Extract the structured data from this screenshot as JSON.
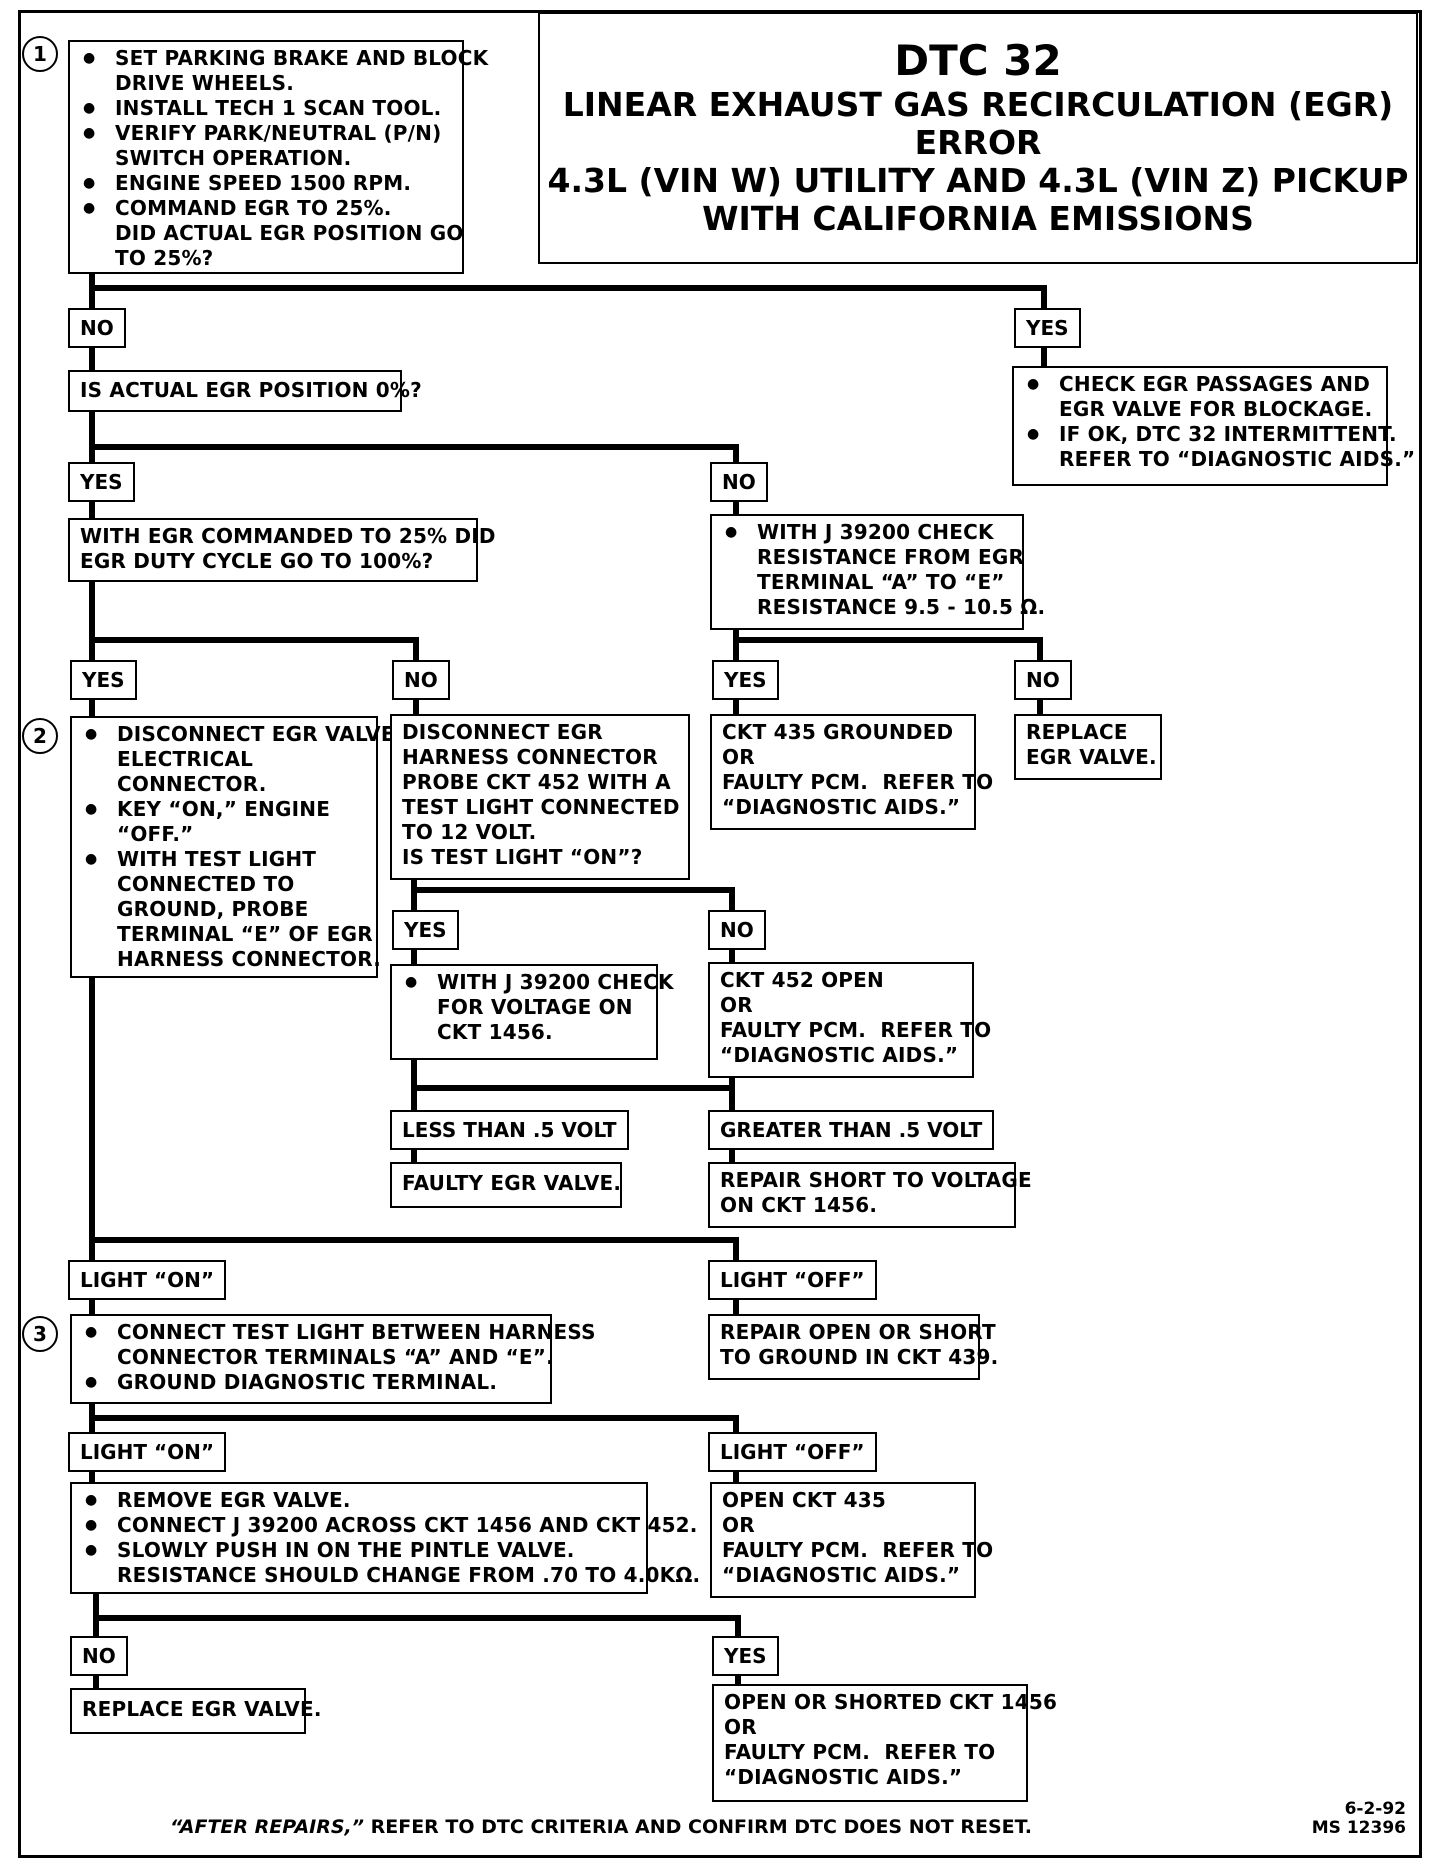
{
  "title": {
    "dtc": "DTC 32",
    "lines": [
      "LINEAR EXHAUST GAS RECIRCULATION (EGR)",
      "ERROR",
      "4.3L  (VIN W)  UTILITY  AND 4.3L  (VIN Z)  PICKUP",
      "WITH CALIFORNIA EMISSIONS"
    ]
  },
  "steps": [
    "1",
    "2",
    "3"
  ],
  "boxes": {
    "start": [
      "SET PARKING BRAKE AND BLOCK\nDRIVE WHEELS.",
      "INSTALL TECH 1 SCAN TOOL.",
      "VERIFY PARK/NEUTRAL (P/N)\nSWITCH OPERATION.",
      "ENGINE SPEED 1500 RPM.",
      "COMMAND EGR TO 25%.\nDID ACTUAL EGR POSITION GO\nTO 25%?"
    ],
    "q_pos0": "IS ACTUAL EGR POSITION 0%?",
    "yes_passages": [
      "CHECK EGR PASSAGES AND\nEGR VALVE FOR BLOCKAGE.",
      "IF OK, DTC 32 INTERMITTENT.\nREFER TO “DIAGNOSTIC AIDS.”"
    ],
    "q_duty": "WITH EGR COMMANDED TO 25% DID\nEGR DUTY CYCLE GO TO 100%?",
    "check_res": [
      "WITH J 39200 CHECK\nRESISTANCE FROM EGR\nTERMINAL “A” TO “E”\nRESISTANCE 9.5 - 10.5 Ω."
    ],
    "step2": [
      "DISCONNECT EGR VALVE\nELECTRICAL\nCONNECTOR.",
      "KEY “ON,” ENGINE\n“OFF.”",
      "WITH TEST LIGHT\nCONNECTED TO\nGROUND, PROBE\nTERMINAL “E” OF EGR\nHARNESS CONNECTOR."
    ],
    "disconnect_harness": "DISCONNECT EGR\nHARNESS CONNECTOR\nPROBE CKT 452 WITH A\nTEST LIGHT CONNECTED\nTO 12 VOLT.\nIS TEST LIGHT “ON”?",
    "ckt435_grounded": "CKT 435 GROUNDED\nOR\nFAULTY PCM.  REFER TO\n“DIAGNOSTIC AIDS.”",
    "replace_valve_1": "REPLACE\nEGR VALVE.",
    "check_voltage": [
      "WITH J 39200 CHECK\nFOR VOLTAGE ON\nCKT 1456."
    ],
    "ckt452_open": "CKT 452 OPEN\nOR\nFAULTY PCM.  REFER TO\n“DIAGNOSTIC AIDS.”",
    "faulty_valve": "FAULTY EGR VALVE.",
    "repair_short": "REPAIR SHORT TO VOLTAGE\nON CKT 1456.",
    "step3": [
      "CONNECT TEST LIGHT BETWEEN HARNESS\nCONNECTOR TERMINALS “A” AND “E”.",
      "GROUND DIAGNOSTIC TERMINAL."
    ],
    "repair_open": "REPAIR OPEN OR SHORT\nTO GROUND IN CKT 439.",
    "remove_valve": [
      "REMOVE EGR VALVE.",
      "CONNECT J 39200 ACROSS CKT 1456 AND CKT 452.",
      "SLOWLY PUSH IN ON THE PINTLE VALVE.\nRESISTANCE SHOULD CHANGE FROM .70 TO 4.0KΩ."
    ],
    "open_ckt435": "OPEN CKT 435\nOR\nFAULTY PCM.  REFER TO\n“DIAGNOSTIC AIDS.”",
    "replace_valve_2": "REPLACE EGR VALVE.",
    "open_shorted_1456": "OPEN OR SHORTED CKT 1456\nOR\nFAULTY PCM.  REFER TO\n“DIAGNOSTIC AIDS.”"
  },
  "tags": {
    "no1": "NO",
    "yes1": "YES",
    "yes2": "YES",
    "no2": "NO",
    "yes3": "YES",
    "no3": "NO",
    "yes4": "YES",
    "no4": "NO",
    "yes5": "YES",
    "no5": "NO",
    "less": "LESS THAN .5 VOLT",
    "greater": "GREATER THAN .5 VOLT",
    "light_on1": "LIGHT “ON”",
    "light_off1": "LIGHT “OFF”",
    "light_on2": "LIGHT “ON”",
    "light_off2": "LIGHT “OFF”",
    "no6": "NO",
    "yes6": "YES"
  },
  "footer": {
    "emph": "“AFTER REPAIRS,”",
    "rest": " REFER TO DTC CRITERIA AND CONFIRM DTC DOES NOT RESET."
  },
  "doc_code": {
    "date": "6-2-92",
    "ms": "MS 12396"
  }
}
